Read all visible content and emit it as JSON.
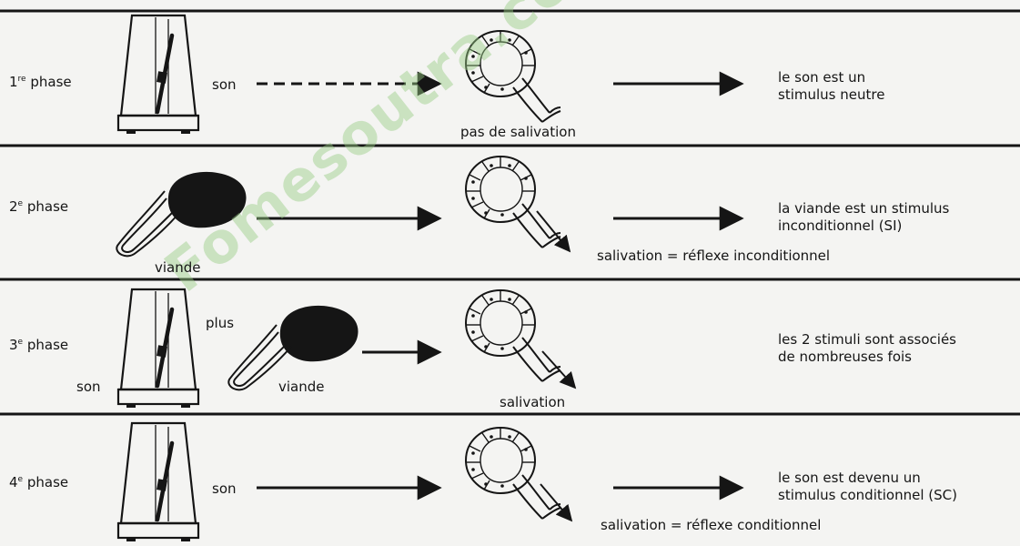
{
  "phases": [
    {
      "number": "1",
      "ordinal": "re",
      "word": "phase",
      "stimulus_label": "son",
      "response": "pas de salivation",
      "conclusion": [
        "le son est un",
        "stimulus neutre"
      ]
    },
    {
      "number": "2",
      "ordinal": "e",
      "word": "phase",
      "stimulus_label": "viande",
      "response": "salivation = réflexe inconditionnel",
      "conclusion": [
        "la viande est un stimulus",
        "inconditionnel (SI)"
      ]
    },
    {
      "number": "3",
      "ordinal": "e",
      "word": "phase",
      "stimulus_label": "son",
      "plus_label": "plus",
      "second_stimulus_label": "viande",
      "response": "salivation",
      "conclusion": [
        "les 2 stimuli  sont associés",
        "de nombreuses fois"
      ]
    },
    {
      "number": "4",
      "ordinal": "e",
      "word": "phase",
      "stimulus_label": "son",
      "response": "salivation = réflexe conditionnel",
      "conclusion": [
        "le son est devenu un",
        "stimulus conditionnel (SC)"
      ]
    }
  ],
  "watermark": "Fomesoutra.com",
  "colors": {
    "ink": "#151515",
    "background": "#f4f4f2",
    "watermark": "#96cd82"
  }
}
